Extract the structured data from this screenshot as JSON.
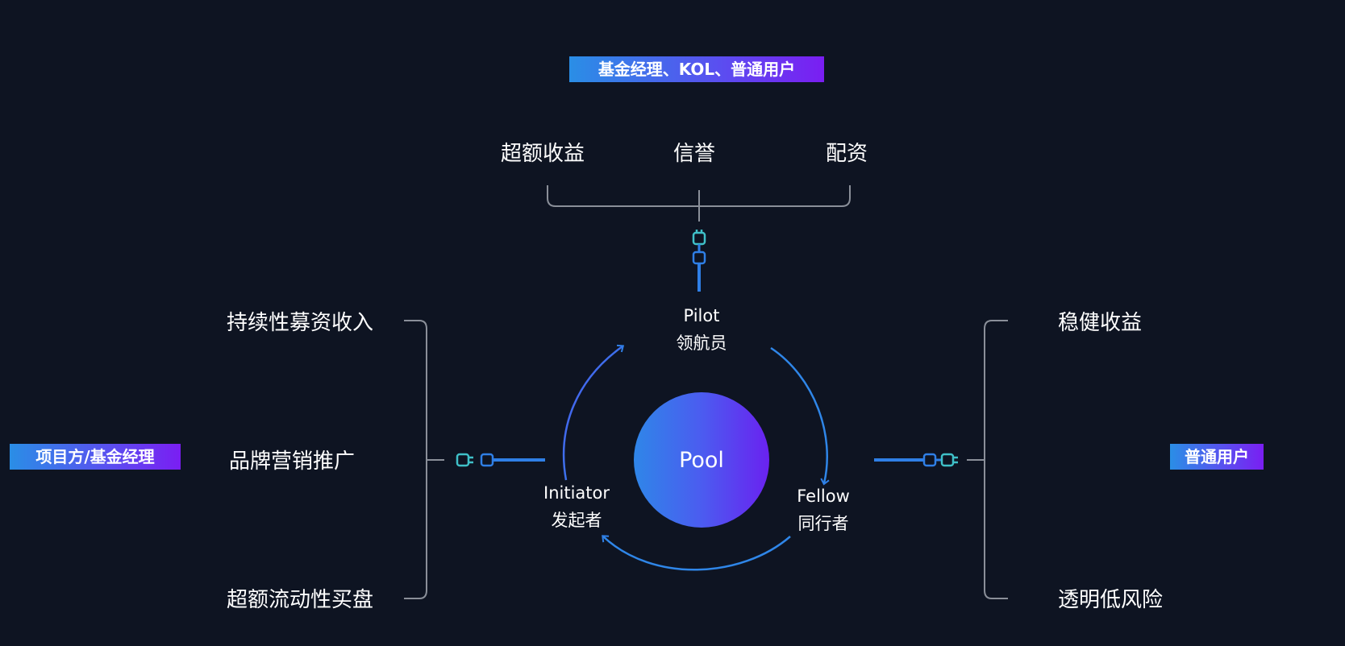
{
  "tags": {
    "top": "基金经理、KOL、普通用户",
    "left": "项目方/基金经理",
    "right": "普通用户"
  },
  "top_benefits": [
    "超额收益",
    "信誉",
    "配资"
  ],
  "left_benefits": [
    "持续性募资收入",
    "品牌营销推广",
    "超额流动性买盘"
  ],
  "right_benefits": [
    "稳健收益",
    "透明低风险"
  ],
  "roles": {
    "pilot": {
      "en": "Pilot",
      "zh": "领航员"
    },
    "initiator": {
      "en": "Initiator",
      "zh": "发起者"
    },
    "fellow": {
      "en": "Fellow",
      "zh": "同行者"
    }
  },
  "center": "Pool",
  "colors": {
    "background": "#0e1422",
    "arrow_blue": "#2f7fe6",
    "plug_teal": "#3fc0c8",
    "bracket_gray": "#8a8f99"
  }
}
